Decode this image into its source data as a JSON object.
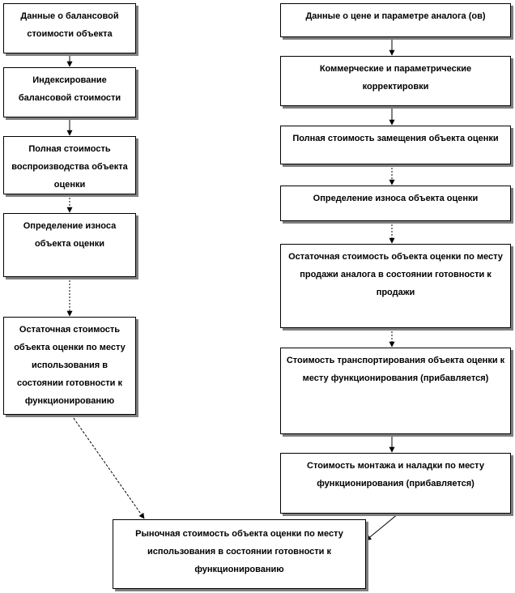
{
  "left_column": [
    "Данные о балансовой стоимости объекта",
    "Индексирование балансовой стоимости",
    "Полная стоимость воспроизводства объекта оценки",
    "Определение износа объекта оценки",
    "Остаточная стоимость объекта оценки по месту использования в состоянии готовности к функционированию"
  ],
  "right_column": [
    "Данные о цене и параметре аналога (ов)",
    "Коммерческие и параметрические корректировки",
    "Полная стоимость замещения объекта оценки",
    "Определение износа объекта оценки",
    "Остаточная стоимость объекта оценки по месту продажи аналога в состоянии готовности к продажи",
    "Стоимость транспортирования объекта оценки к месту функционирования (прибавляется)",
    "Стоимость монтажа и наладки по месту функционирования (прибавляется)"
  ],
  "result": "Рыночная стоимость объекта оценки по месту использования в состоянии готовности к функционированию"
}
